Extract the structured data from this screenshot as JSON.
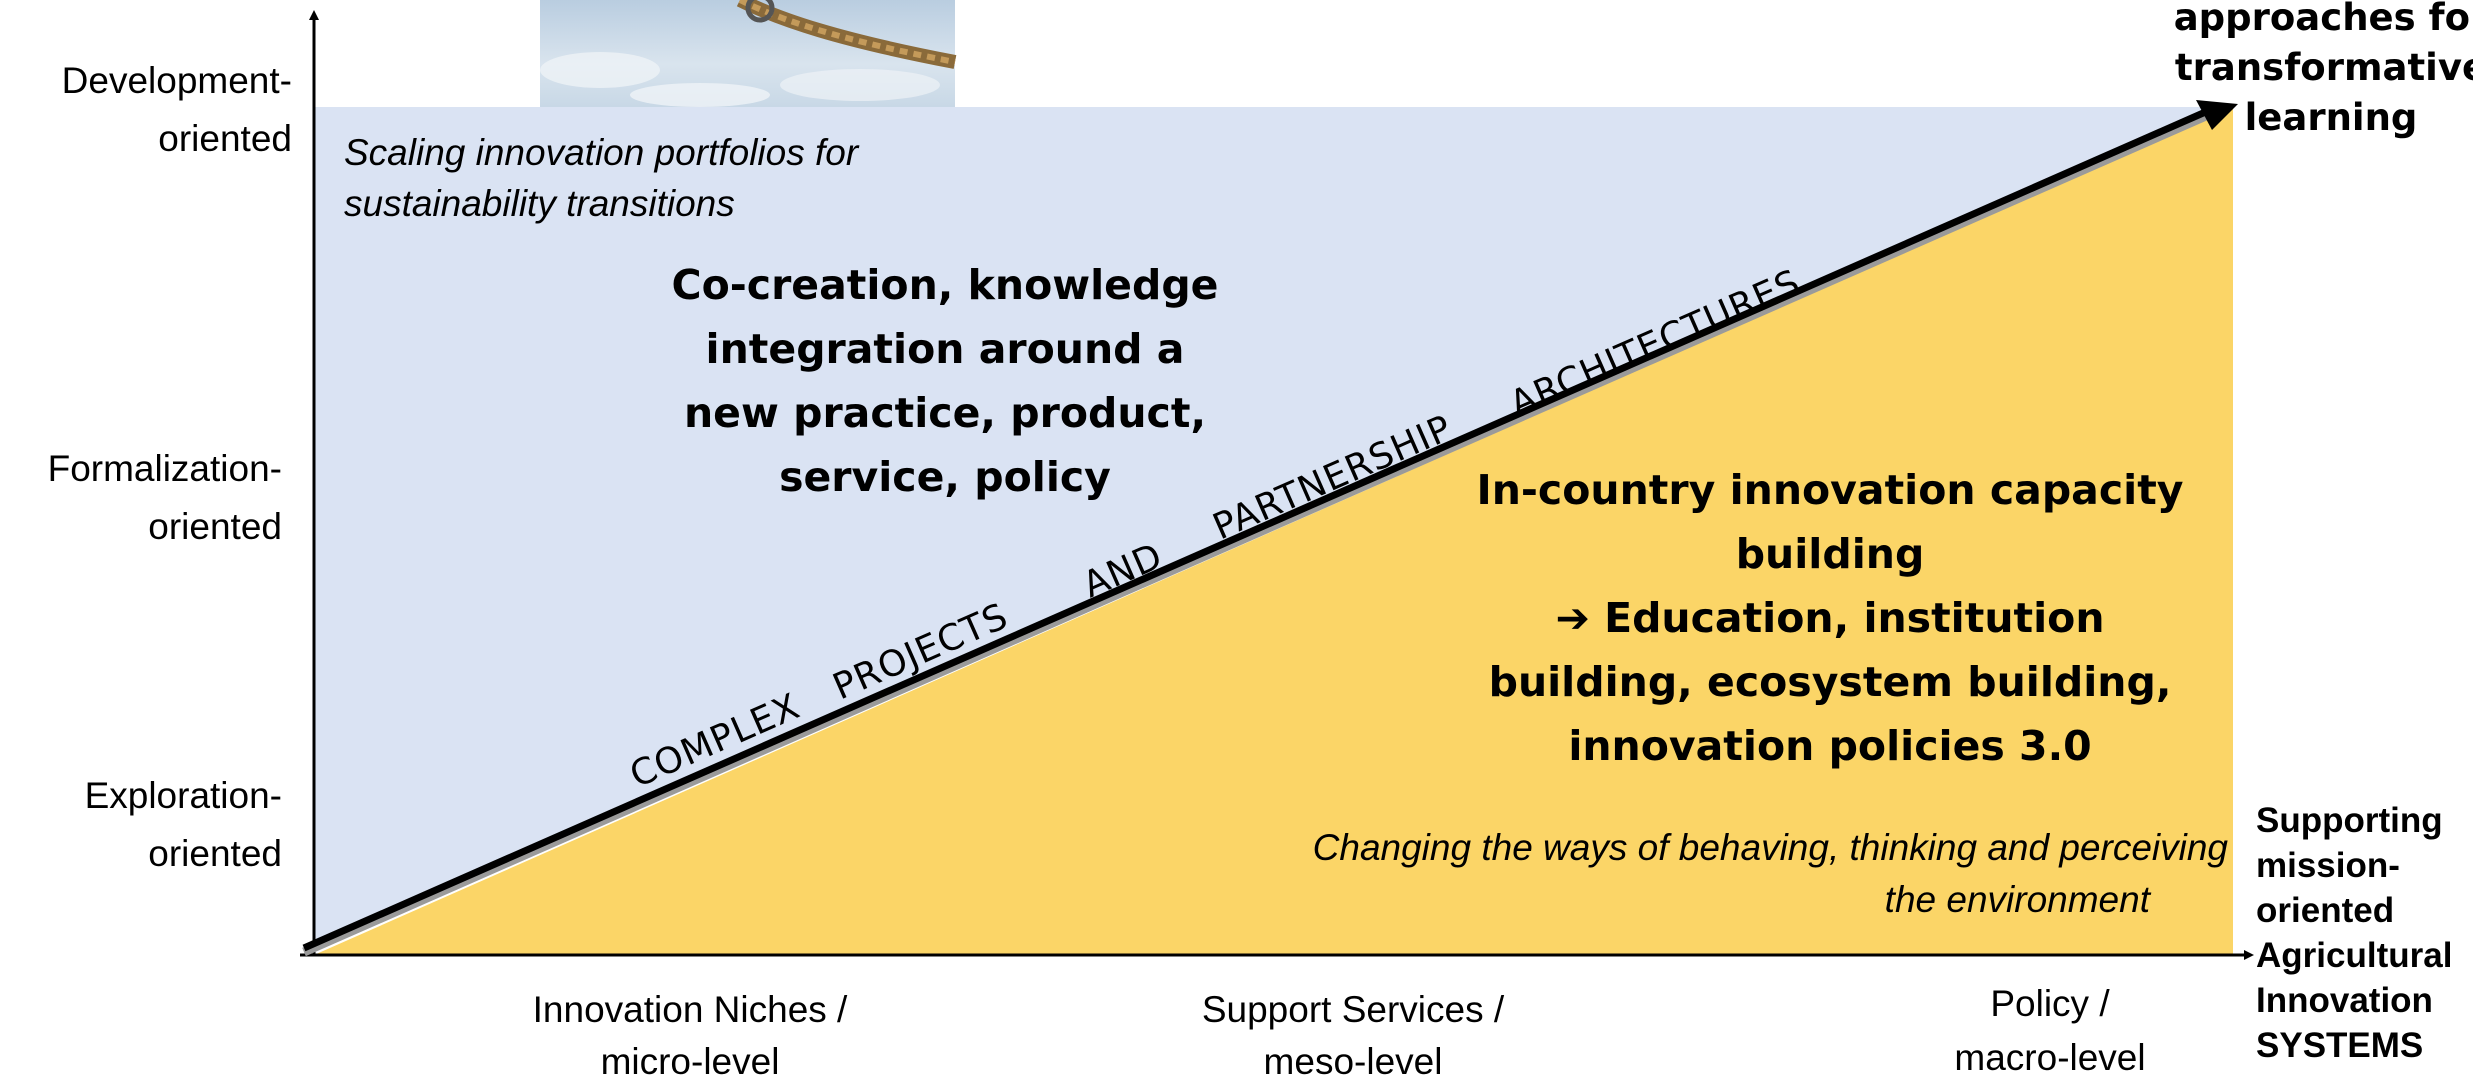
{
  "colors": {
    "blue_region": "#dae3f3",
    "yellow_region": "#fbd567",
    "axis": "#000000",
    "diagonal": "#000000"
  },
  "y_axis_labels": [
    [
      "Development-",
      "oriented"
    ],
    [
      "Formalization-",
      "oriented"
    ],
    [
      "Exploration-",
      "oriented"
    ]
  ],
  "x_axis_labels": [
    [
      "Innovation Niches /",
      "micro-level"
    ],
    [
      "Support Services /",
      "meso-level"
    ],
    [
      "Policy /",
      "macro-level"
    ]
  ],
  "blue_region": {
    "subtitle": [
      "Scaling innovation portfolios for",
      "sustainability transitions"
    ],
    "heading": [
      "Co-creation, knowledge",
      "integration around a",
      "new practice,  product,",
      "service, policy"
    ]
  },
  "yellow_region": {
    "heading": [
      "In-country innovation capacity",
      "building",
      "➔ Education, institution",
      "building, ecosystem building,",
      "innovation policies 3.0"
    ],
    "subtitle": [
      "Changing the ways of behaving, thinking and perceiving",
      "the environment"
    ]
  },
  "diagonal_words": [
    "COMPLEX",
    "PROJECTS",
    "AND",
    "PARTNERSHIP",
    "ARCHITECTURES"
  ],
  "top_right": [
    "approaches for",
    "transformative",
    "learning"
  ],
  "bottom_right": [
    "Supporting",
    "mission-",
    "oriented",
    "Agricultural",
    "Innovation",
    "SYSTEMS"
  ],
  "photo_icon": "rope-photo"
}
